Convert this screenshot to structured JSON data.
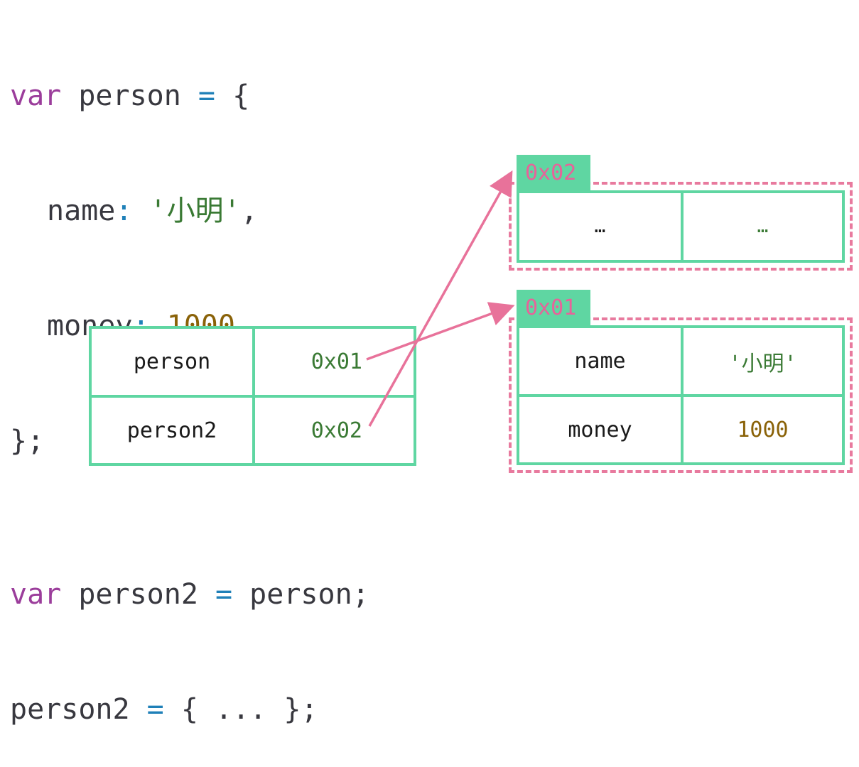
{
  "code": {
    "line1": {
      "kw": "var",
      "ident": " person ",
      "op": "=",
      "rest": " {"
    },
    "line2": {
      "key": "name",
      "colon": ":",
      "value": "'小明'",
      "rest": ","
    },
    "line3": {
      "key": "money",
      "colon": ":",
      "value": "1000"
    },
    "line4": {
      "text": "};"
    },
    "line5": {
      "kw": "var",
      "ident": " person2 ",
      "op": "=",
      "rest": " person;"
    },
    "line6": {
      "ident": "person2 ",
      "op": "=",
      "rest": " { ... };"
    }
  },
  "stack": {
    "rows": [
      {
        "name": "person",
        "value": "0x01"
      },
      {
        "name": "person2",
        "value": "0x02"
      }
    ]
  },
  "heap": {
    "obj2": {
      "address": "0x02",
      "cells": [
        "…",
        "…"
      ]
    },
    "obj1": {
      "address": "0x01",
      "rows": [
        {
          "key": "name",
          "value": "'小明'"
        },
        {
          "key": "money",
          "value": "1000"
        }
      ]
    }
  },
  "colors": {
    "cell_border": "#5fd6a2",
    "dashed_border": "#e87a9e",
    "arrow": "#e8729a",
    "keyword": "#9b3d9b",
    "operator": "#1f80b8",
    "string": "#3a7a34",
    "number": "#8a6208"
  }
}
